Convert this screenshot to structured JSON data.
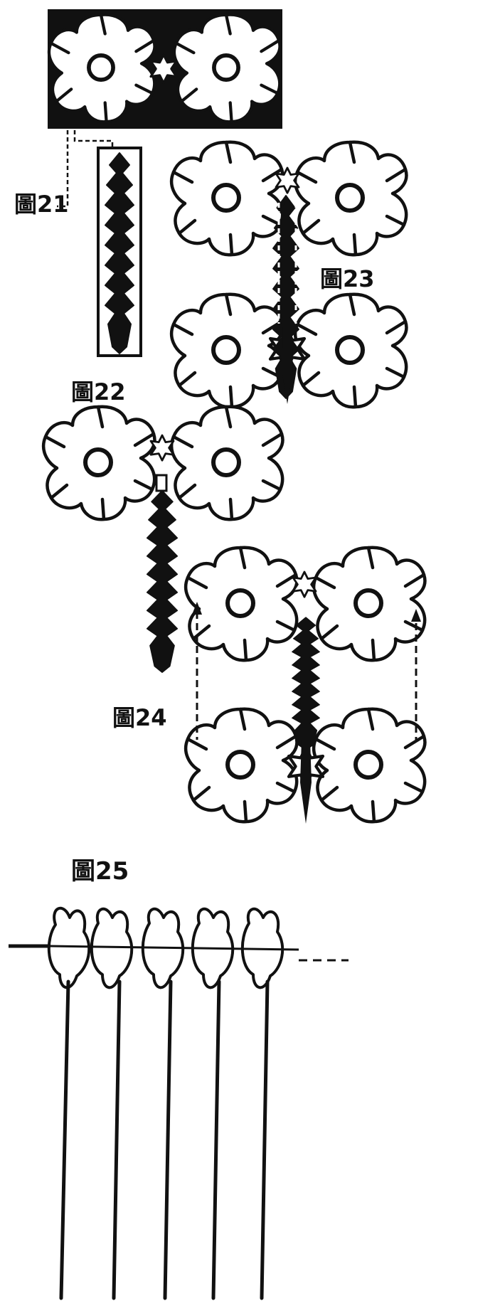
{
  "figures": [
    {
      "id": "fig21",
      "label": "圖21"
    },
    {
      "id": "fig22",
      "label": "圖22"
    },
    {
      "id": "fig23",
      "label": "圖23"
    },
    {
      "id": "fig24",
      "label": "圖24"
    },
    {
      "id": "fig25",
      "label": "圖25"
    }
  ],
  "colors": {
    "ink": "#111111",
    "paper": "#ffffff"
  }
}
